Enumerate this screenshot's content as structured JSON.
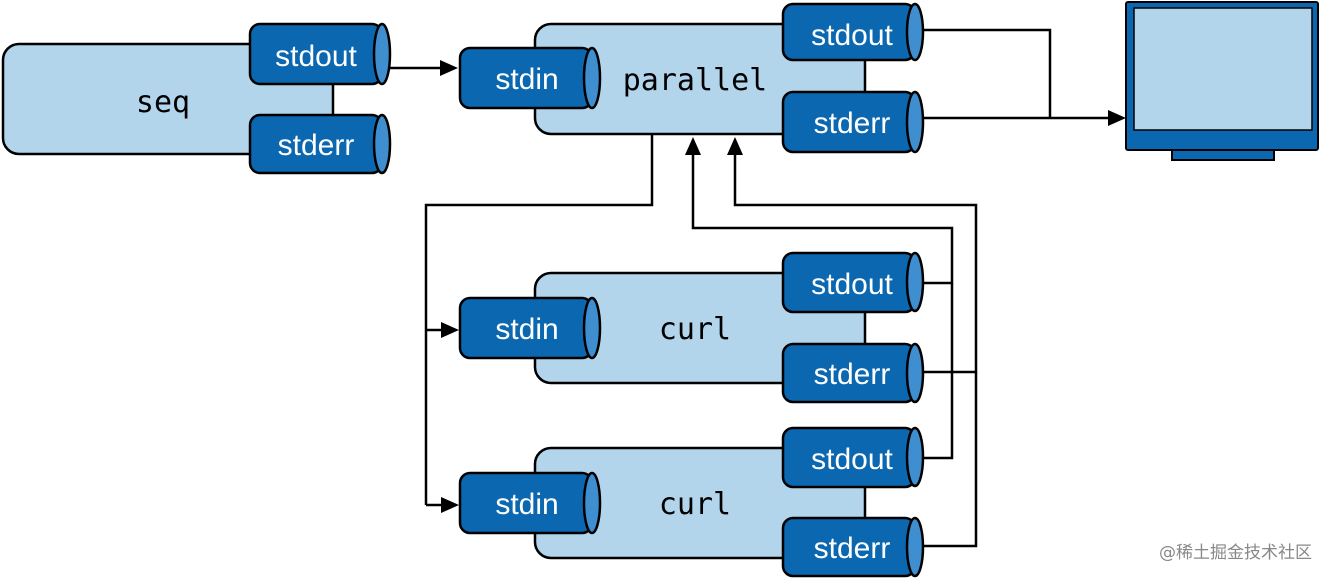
{
  "processes": {
    "seq": "seq",
    "parallel": "parallel",
    "curl1": "curl",
    "curl2": "curl"
  },
  "streams": {
    "stdout": "stdout",
    "stderr": "stderr",
    "stdin": "stdin"
  },
  "watermark": "@稀土掘金技术社区",
  "colors": {
    "box_fill": "#b3d5ec",
    "stream_fill": "#0b68b0",
    "stream_edge": "#3f8ed0"
  }
}
